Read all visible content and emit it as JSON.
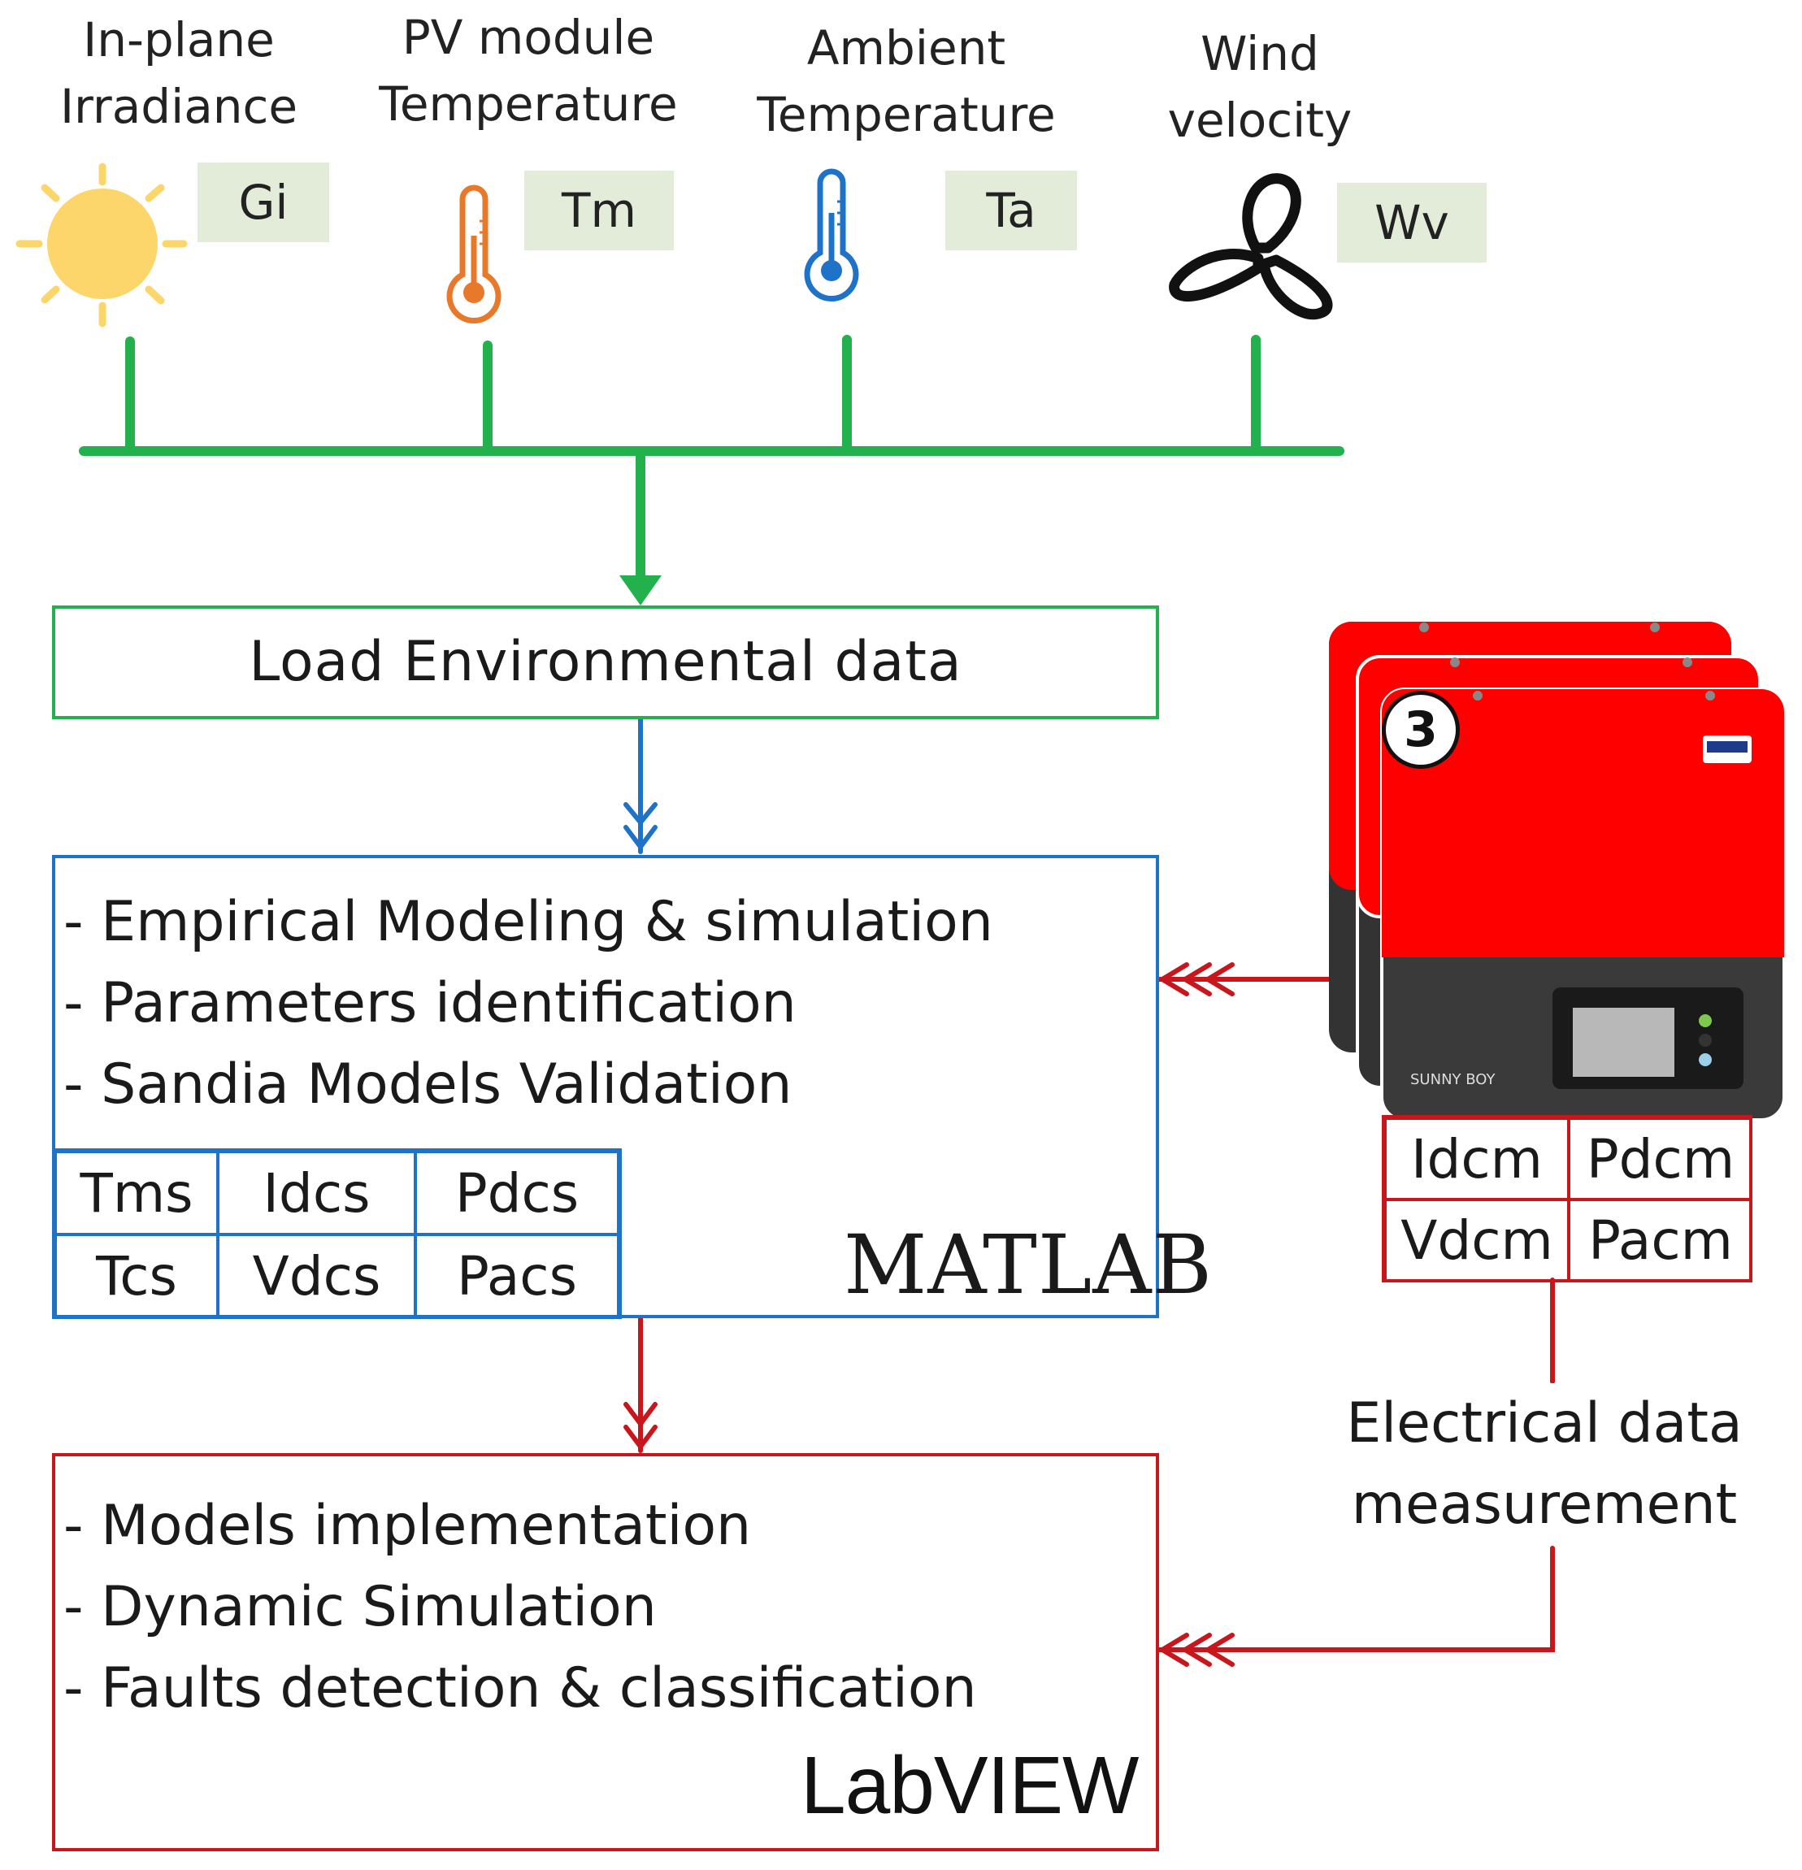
{
  "sensors": [
    {
      "title": "In-plane\nIrradiance",
      "symbol": "Gi",
      "icon": "sun-icon",
      "color": "#fcd66b"
    },
    {
      "title": "PV module\nTemperature",
      "symbol": "Tm",
      "icon": "thermometer-icon",
      "color": "#e8782a"
    },
    {
      "title": "Ambient\nTemperature",
      "symbol": "Ta",
      "icon": "thermometer-icon",
      "color": "#1e73c8"
    },
    {
      "title": "Wind\nvelocity",
      "symbol": "Wv",
      "icon": "fan-icon",
      "color": "#111111"
    }
  ],
  "load_box": {
    "label": "Load Environmental  data"
  },
  "matlab_box": {
    "items": [
      "-  Empirical Modeling & simulation",
      "-  Parameters identification",
      "-  Sandia Models Validation"
    ],
    "table": [
      [
        "Tms",
        "Idcs",
        "Pdcs"
      ],
      [
        "Tcs",
        "Vdcs",
        "Pacs"
      ]
    ],
    "logo_text": "MATLAB"
  },
  "labview_box": {
    "items": [
      "- Models implementation",
      "- Dynamic Simulation",
      "- Faults detection & classification"
    ],
    "logo_text": "LabVIEW"
  },
  "inverter": {
    "badge": "3",
    "brand": "SUNNY BOY",
    "icon": "inverter-icon",
    "color": "#ff0000"
  },
  "measured_table": [
    [
      "Idcm",
      "Pdcm"
    ],
    [
      "Vdcm",
      "Pacm"
    ]
  ],
  "electrical_label": "Electrical data\nmeasurement",
  "colors": {
    "green": "#22b14c",
    "blue": "#1e73c8",
    "red": "#c8161d",
    "symbol_bg": "#e3ecd9"
  }
}
